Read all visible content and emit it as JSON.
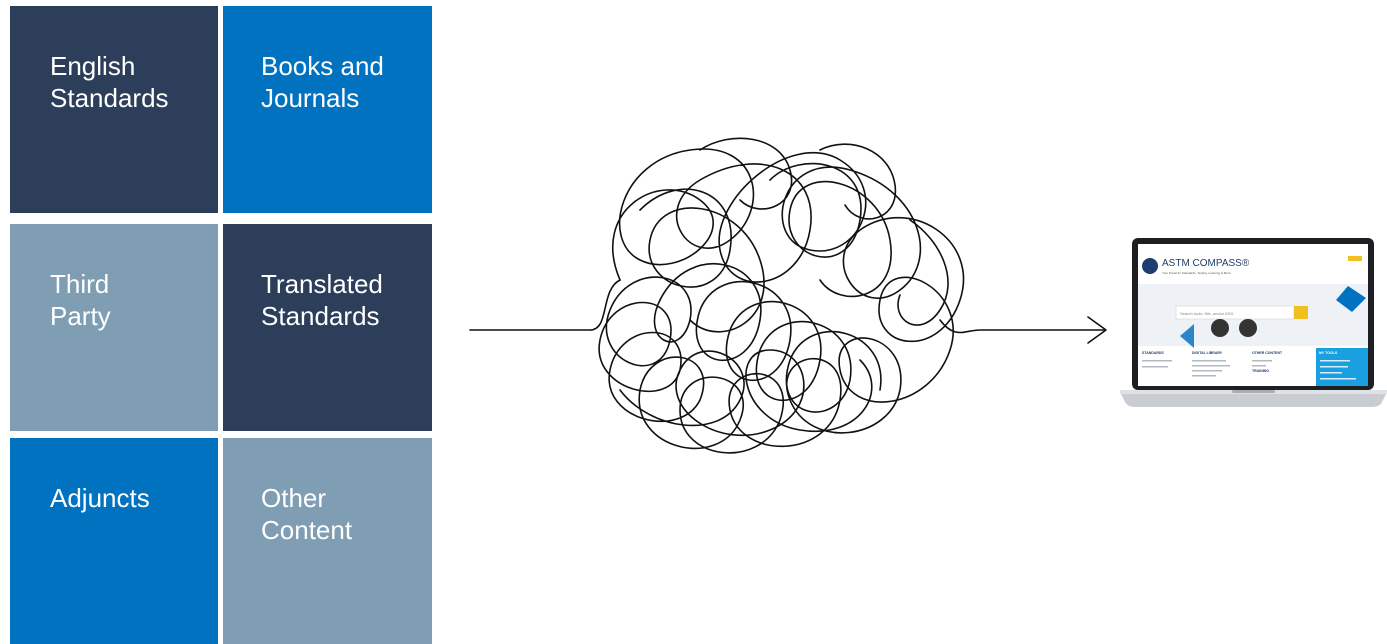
{
  "colors": {
    "navy": "#2c3e5a",
    "blue": "#0072c0",
    "slate": "#7f9db3",
    "line": "#111111"
  },
  "tiles": [
    {
      "label": "English\nStandards",
      "color": "navy"
    },
    {
      "label": "Books and\nJournals",
      "color": "blue"
    },
    {
      "label": "Third\nParty",
      "color": "slate"
    },
    {
      "label": "Translated\nStandards",
      "color": "navy"
    },
    {
      "label": "Adjuncts",
      "color": "blue"
    },
    {
      "label": "Other\nContent",
      "color": "slate"
    }
  ],
  "illustration": {
    "tangle": "tangled-line-icon",
    "arrow": "arrow-right-icon"
  },
  "laptop": {
    "device": "laptop-icon",
    "brand": "ASTM COMPASS®",
    "tagline": "Your Portal for Standards, Testing, Learning & More",
    "search_placeholder": "Search tools, title, and/or ASD",
    "columns": [
      "STANDARDS",
      "DIGITAL LIBRARY",
      "OTHER CONTENT",
      "MY TOOLS"
    ],
    "training_label": "TRAINING"
  }
}
